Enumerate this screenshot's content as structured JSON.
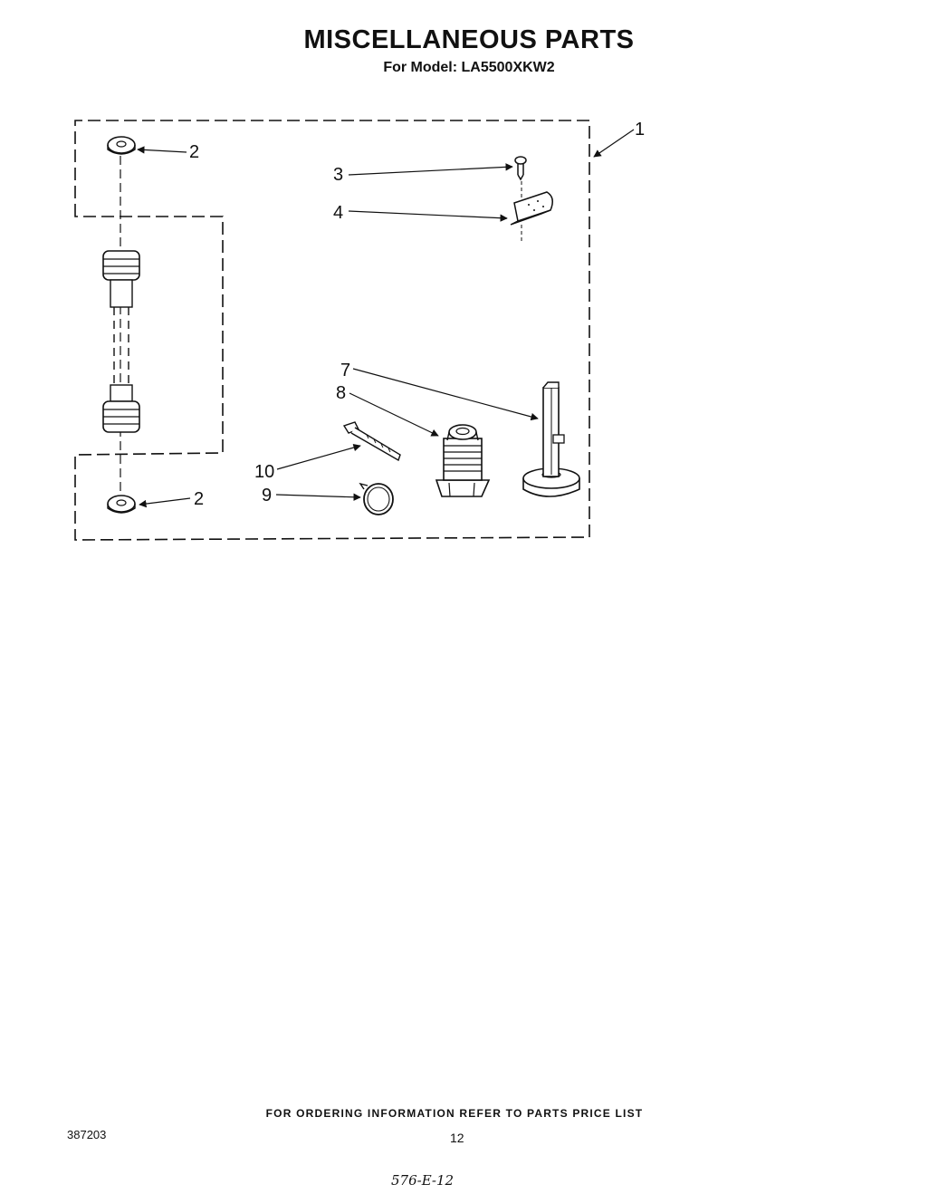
{
  "header": {
    "title": "MISCELLANEOUS PARTS",
    "model_line": "For Model: LA5500XKW2"
  },
  "diagram": {
    "callouts": {
      "c1": "1",
      "c2_top": "2",
      "c2_bottom": "2",
      "c3": "3",
      "c4": "4",
      "c7": "7",
      "c8": "8",
      "c9": "9",
      "c10": "10"
    }
  },
  "footer": {
    "ordering_note": "FOR ORDERING INFORMATION REFER TO PARTS PRICE LIST",
    "doc_number": "387203",
    "page_number": "12",
    "handwritten_code": "576-E-12"
  }
}
